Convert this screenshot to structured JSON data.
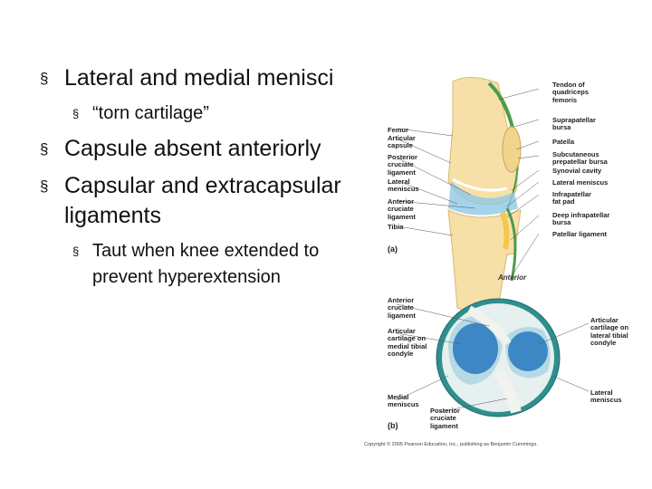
{
  "bullets": [
    {
      "level": 1,
      "text": "Lateral and medial menisci"
    },
    {
      "level": 2,
      "text": "“torn cartilage”"
    },
    {
      "level": 1,
      "text": "Capsule absent anteriorly"
    },
    {
      "level": 1,
      "text": "Capsular and extracapsular ligaments"
    },
    {
      "level": 2,
      "text": "Taut when knee extended to prevent hyperextension"
    }
  ],
  "bullet_marker": "§",
  "figure_a": {
    "panel_label": "(a)",
    "left_labels": [
      "Femur",
      "Articular capsule",
      "Posterior cruciate ligament",
      "Lateral meniscus",
      "Anterior cruciate ligament",
      "Tibia"
    ],
    "right_labels": [
      "Tendon of quadriceps femoris",
      "Suprapatellar bursa",
      "Patella",
      "Subcutaneous prepatellar bursa",
      "Synovial cavity",
      "Lateral meniscus",
      "Infrapatellar fat pad",
      "Deep infrapatellar bursa",
      "Patellar ligament"
    ]
  },
  "figure_b": {
    "panel_label": "(b)",
    "orientation": "Anterior",
    "left_labels": [
      "Anterior cruciate ligament",
      "Articular cartilage on medial tibial condyle",
      "Medial meniscus",
      "Posterior cruciate ligament"
    ],
    "right_labels": [
      "Articular cartilage on lateral tibial condyle",
      "Lateral meniscus"
    ]
  },
  "copyright": "Copyright © 2005 Pearson Education, Inc., publishing as Benjamin Cummings.",
  "colors": {
    "bone": "#f6e0a8",
    "ligament": "#e7e2d6",
    "cartilage": "#8fc8e6",
    "tendon": "#4e9b49",
    "meniscus_bg": "#2f8f8f"
  }
}
